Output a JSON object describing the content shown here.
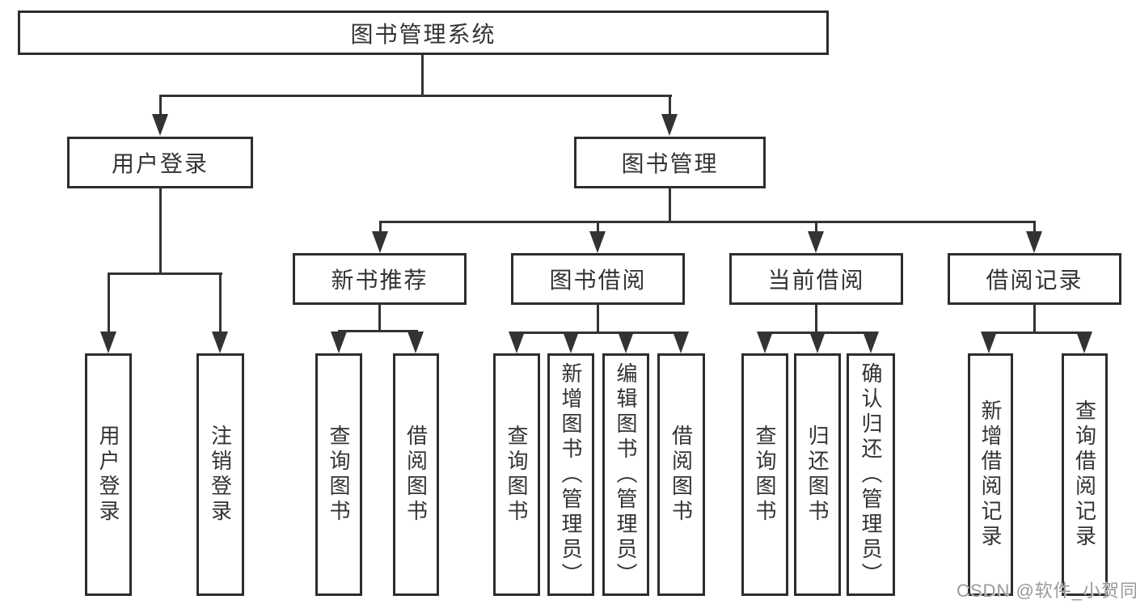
{
  "diagram": {
    "root": {
      "label": "图书管理系统"
    },
    "branches": [
      {
        "label": "用户登录",
        "children": [
          {
            "label": "用户登录"
          },
          {
            "label": "注销登录"
          }
        ]
      },
      {
        "label": "图书管理",
        "children": [
          {
            "label": "新书推荐",
            "children": [
              {
                "label": "查询图书"
              },
              {
                "label": "借阅图书"
              }
            ]
          },
          {
            "label": "图书借阅",
            "children": [
              {
                "label": "查询图书"
              },
              {
                "label": "新增图书（管理员）"
              },
              {
                "label": "编辑图书（管理员）"
              },
              {
                "label": "借阅图书"
              }
            ]
          },
          {
            "label": "当前借阅",
            "children": [
              {
                "label": "查询图书"
              },
              {
                "label": "归还图书"
              },
              {
                "label": "确认归还（管理员）"
              }
            ]
          },
          {
            "label": "借阅记录",
            "children": [
              {
                "label": "新增借阅记录"
              },
              {
                "label": "查询借阅记录"
              }
            ]
          }
        ]
      }
    ]
  },
  "watermark": {
    "text": "CSDN @软件_小贺同学"
  },
  "colors": {
    "background": "#ffffff",
    "box_border": "#2d2d2d",
    "line": "#333333",
    "text": "#333333",
    "watermark": "#9a9a9a"
  }
}
